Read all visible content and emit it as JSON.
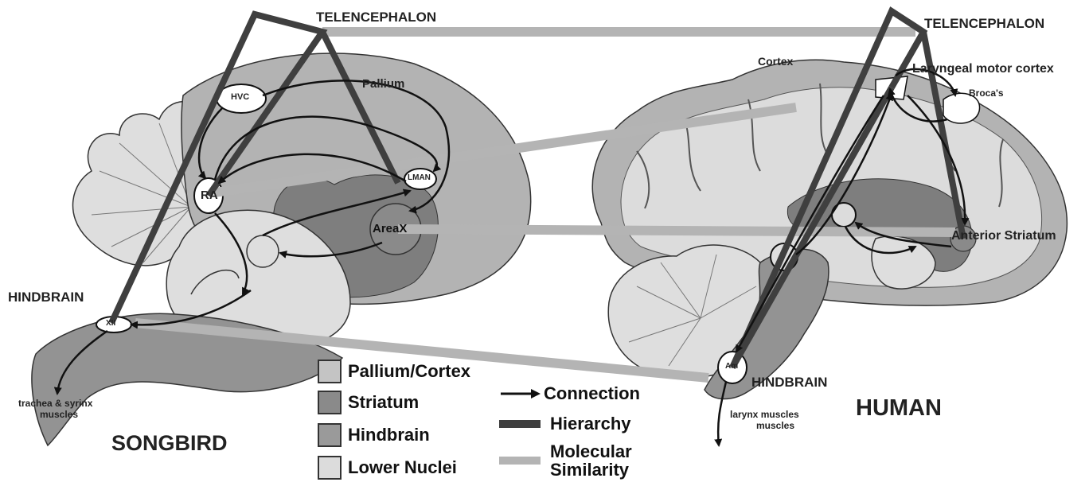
{
  "songbird": {
    "title": "SONGBIRD",
    "telencephalon": "TELENCEPHALON",
    "hindbrain": "HINDBRAIN",
    "pallium": "Pallium",
    "hvc": "HVC",
    "ra": "RA",
    "lman": "LMAN",
    "areax": "AreaX",
    "xii": "XII",
    "muscles": [
      "trachea & syrinx",
      "muscles"
    ]
  },
  "human": {
    "title": "HUMAN",
    "telencephalon": "TELENCEPHALON",
    "hindbrain": "HINDBRAIN",
    "cortex": "Cortex",
    "laryngeal": "Laryngeal motor cortex",
    "broca": "Broca's",
    "striatum": "Anterior Striatum",
    "am": "Am",
    "muscles": [
      "larynx muscles",
      "muscles"
    ]
  },
  "legend": [
    {
      "label": "Pallium/Cortex",
      "color": "#c4c4c4"
    },
    {
      "label": "Striatum",
      "color": "#8a8a8a"
    },
    {
      "label": "Hindbrain",
      "color": "#9a9a9a"
    },
    {
      "label": "Lower Nuclei",
      "color": "#dcdcdc"
    }
  ],
  "key": {
    "connection": "Connection",
    "hierarchy": "Hierarchy",
    "molecular": [
      "Molecular",
      "Similarity"
    ]
  },
  "colors": {
    "pallium": "#b3b3b3",
    "striatum": "#7e7e7e",
    "hindbrain": "#939393",
    "lower": "#dedede",
    "hierarchy": "#3f3f3f",
    "similarity": "#b4b4b4",
    "connection": "#111111"
  }
}
